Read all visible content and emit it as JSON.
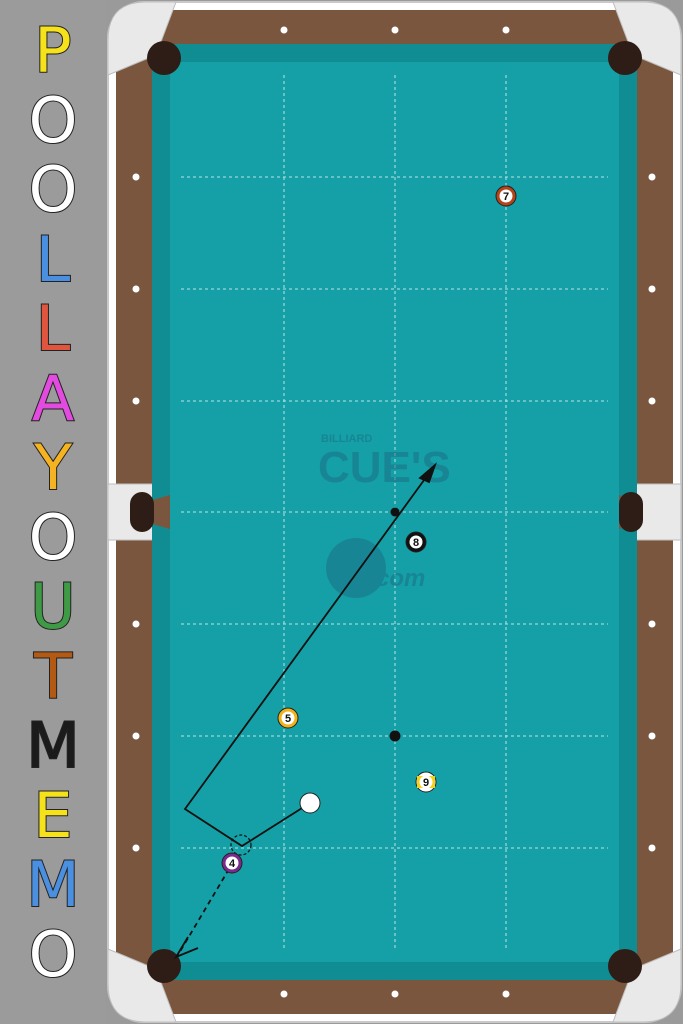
{
  "title": {
    "letters": [
      {
        "char": "P",
        "color": "#f5e21a"
      },
      {
        "char": "O",
        "color": "#ffffff"
      },
      {
        "char": "O",
        "color": "#ffffff"
      },
      {
        "char": "L",
        "color": "#4a8fe0"
      },
      {
        "char": "L",
        "color": "#e0553d"
      },
      {
        "char": "A",
        "color": "#e24ae0"
      },
      {
        "char": "Y",
        "color": "#f5b321"
      },
      {
        "char": "O",
        "color": "#ffffff"
      },
      {
        "char": "U",
        "color": "#3f9a45"
      },
      {
        "char": "T",
        "color": "#b25a14"
      },
      {
        "char": "M",
        "color": "#1b1b1b"
      },
      {
        "char": "E",
        "color": "#f5e21a"
      },
      {
        "char": "M",
        "color": "#4a8fe0"
      },
      {
        "char": "O",
        "color": "#ffffff"
      }
    ]
  },
  "logo": {
    "small": "BILLIARD",
    "main": "CUE'S",
    "sub": "com"
  },
  "balls": [
    {
      "number": "7",
      "kind": "solid",
      "color": "#b5441a"
    },
    {
      "number": "8",
      "kind": "solid",
      "color": "#111111"
    },
    {
      "number": "5",
      "kind": "solid",
      "color": "#f2b21a"
    },
    {
      "number": "9",
      "kind": "stripe",
      "color": "#f5d21a"
    },
    {
      "number": "4",
      "kind": "solid",
      "color": "#7a2a8a"
    },
    {
      "number": "",
      "kind": "cue",
      "color": "#ffffff"
    }
  ],
  "colors": {
    "cloth": "#14a0a6",
    "rail": "#7b563f",
    "frame": "#ffffff",
    "pocket": "#2e1d16"
  }
}
